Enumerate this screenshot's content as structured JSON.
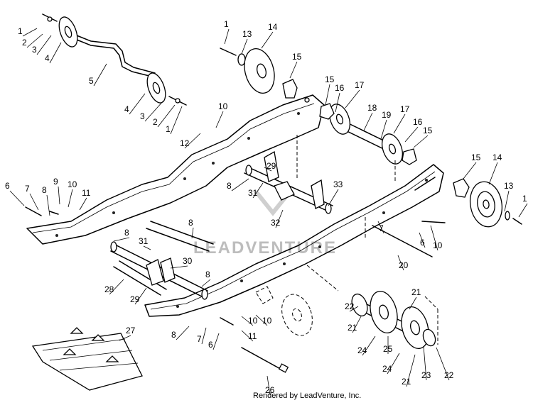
{
  "diagram": {
    "credit": "Rendered by LeadVenture, Inc.",
    "watermark_text": "LEADVENTURE",
    "callouts": [
      "1",
      "2",
      "3",
      "4",
      "5",
      "4",
      "3",
      "2",
      "1",
      "1",
      "13",
      "14",
      "15",
      "15",
      "16",
      "17",
      "18",
      "19",
      "17",
      "16",
      "15",
      "10",
      "12",
      "15",
      "14",
      "13",
      "1",
      "6",
      "7",
      "8",
      "9",
      "10",
      "11",
      "8",
      "29",
      "31",
      "8",
      "33",
      "32",
      "8",
      "31",
      "30",
      "28",
      "8",
      "29",
      "10",
      "7",
      "6",
      "10",
      "20",
      "21",
      "22",
      "21",
      "24",
      "25",
      "24",
      "21",
      "23",
      "22",
      "10",
      "11",
      "8",
      "7",
      "6",
      "27",
      "26"
    ]
  }
}
